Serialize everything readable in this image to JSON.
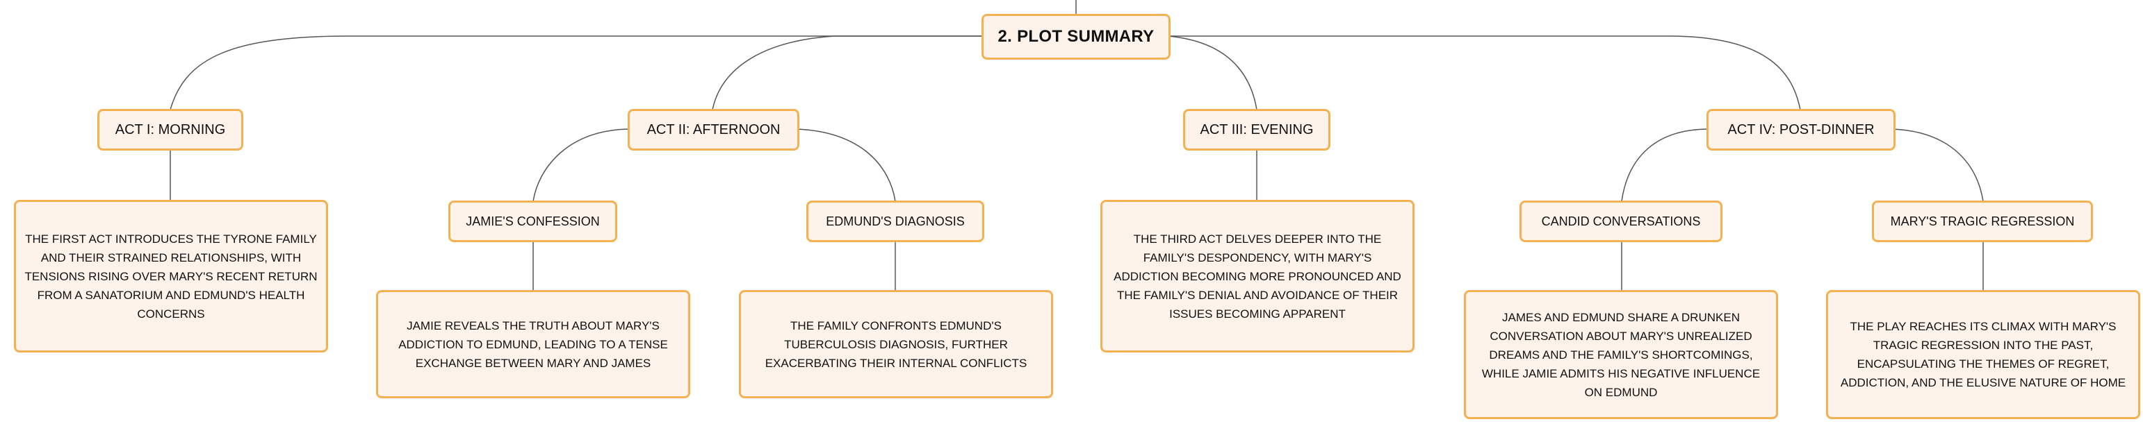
{
  "root": {
    "label": "2. PLOT SUMMARY"
  },
  "acts": [
    {
      "label": "ACT I: MORNING"
    },
    {
      "label": "ACT II: AFTERNOON"
    },
    {
      "label": "ACT III: EVENING"
    },
    {
      "label": "ACT IV: POST-DINNER"
    }
  ],
  "topics": [
    {
      "label": "JAMIE'S CONFESSION"
    },
    {
      "label": "EDMUND'S DIAGNOSIS"
    },
    {
      "label": "CANDID CONVERSATIONS"
    },
    {
      "label": "MARY'S TRAGIC REGRESSION"
    }
  ],
  "descriptions": [
    {
      "text": "THE FIRST ACT INTRODUCES THE TYRONE FAMILY AND THEIR STRAINED RELATIONSHIPS, WITH TENSIONS RISING OVER MARY'S RECENT RETURN FROM A SANATORIUM AND EDMUND'S HEALTH CONCERNS"
    },
    {
      "text": "JAMIE REVEALS THE TRUTH ABOUT MARY'S ADDICTION TO EDMUND, LEADING TO A TENSE EXCHANGE BETWEEN MARY AND JAMES"
    },
    {
      "text": "THE FAMILY CONFRONTS EDMUND'S TUBERCULOSIS DIAGNOSIS, FURTHER EXACERBATING THEIR INTERNAL CONFLICTS"
    },
    {
      "text": "THE THIRD ACT DELVES DEEPER INTO THE FAMILY'S DESPONDENCY, WITH MARY'S ADDICTION BECOMING MORE PRONOUNCED AND THE FAMILY'S DENIAL AND AVOIDANCE OF THEIR ISSUES BECOMING APPARENT"
    },
    {
      "text": "JAMES AND EDMUND SHARE A DRUNKEN CONVERSATION ABOUT MARY'S UNREALIZED DREAMS AND THE FAMILY'S SHORTCOMINGS, WHILE JAMIE ADMITS HIS NEGATIVE INFLUENCE ON EDMUND"
    },
    {
      "text": "THE PLAY REACHES ITS CLIMAX WITH MARY'S TRAGIC REGRESSION INTO THE PAST, ENCAPSULATING THE THEMES OF REGRET, ADDICTION, AND THE ELUSIVE NATURE OF HOME"
    }
  ]
}
